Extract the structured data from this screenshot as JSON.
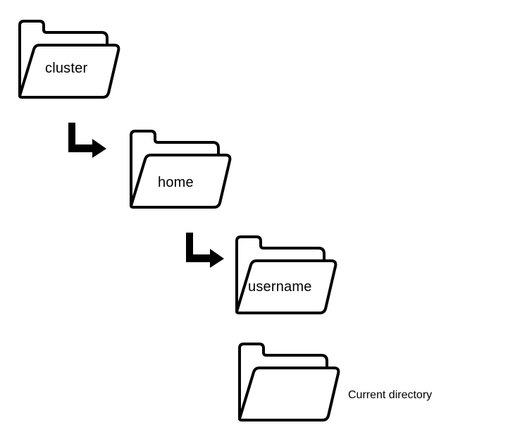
{
  "diagram": {
    "folders": [
      {
        "label": "cluster"
      },
      {
        "label": "home"
      },
      {
        "label": "username"
      },
      {
        "label": ""
      }
    ],
    "current_directory_caption": "Current directory",
    "icons": {
      "folder": "open-folder-icon",
      "arrow": "down-right-arrow-icon"
    },
    "colors": {
      "stroke": "#000000",
      "background": "#ffffff"
    }
  }
}
